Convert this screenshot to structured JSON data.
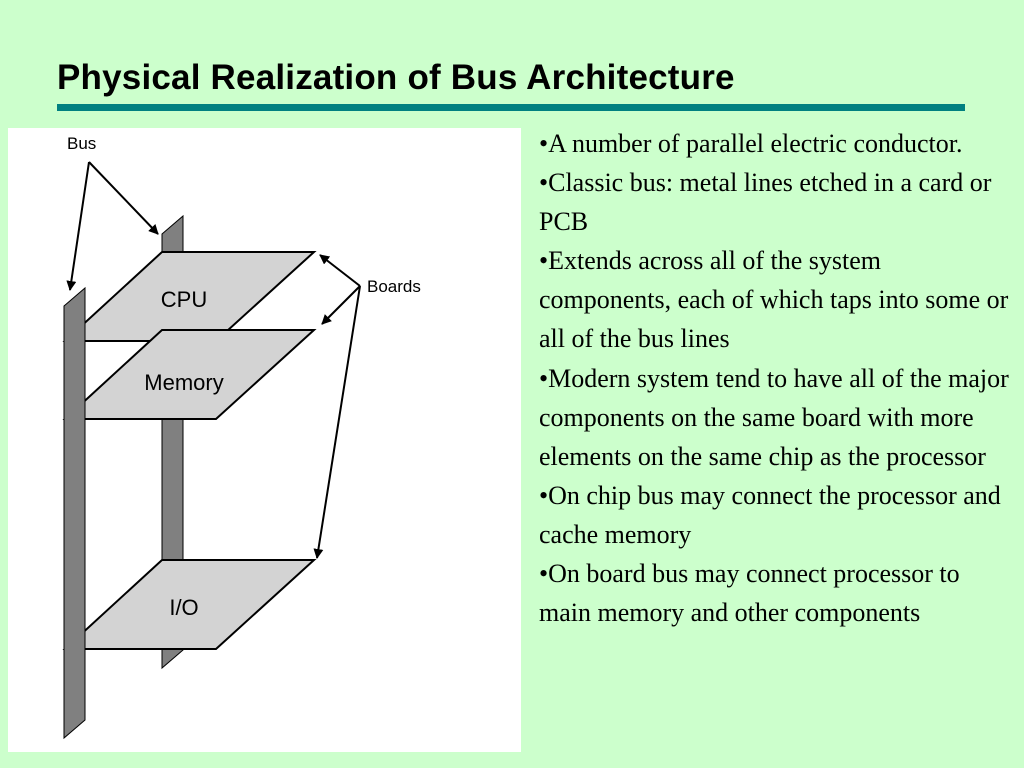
{
  "slide": {
    "title": "Physical Realization of Bus Architecture",
    "colors": {
      "background": "#ccffcc",
      "rule": "#008080",
      "board_fill": "#d3d3d3",
      "bus_bar": "#808080"
    }
  },
  "diagram": {
    "bus_label": "Bus",
    "boards_label": "Boards",
    "boards": [
      "CPU",
      "Memory",
      "I/O"
    ]
  },
  "bullets": [
    "•A number of parallel electric conductor.",
    "•Classic bus: metal lines etched in a card or PCB",
    "•Extends across all of the system components, each of which taps into some or all of the bus lines",
    "•Modern system tend to have all of the major components on the same board with more elements on the same chip as the processor",
    "•On chip bus may connect the processor and cache memory",
    "•On board bus may connect processor to main memory and other components"
  ]
}
